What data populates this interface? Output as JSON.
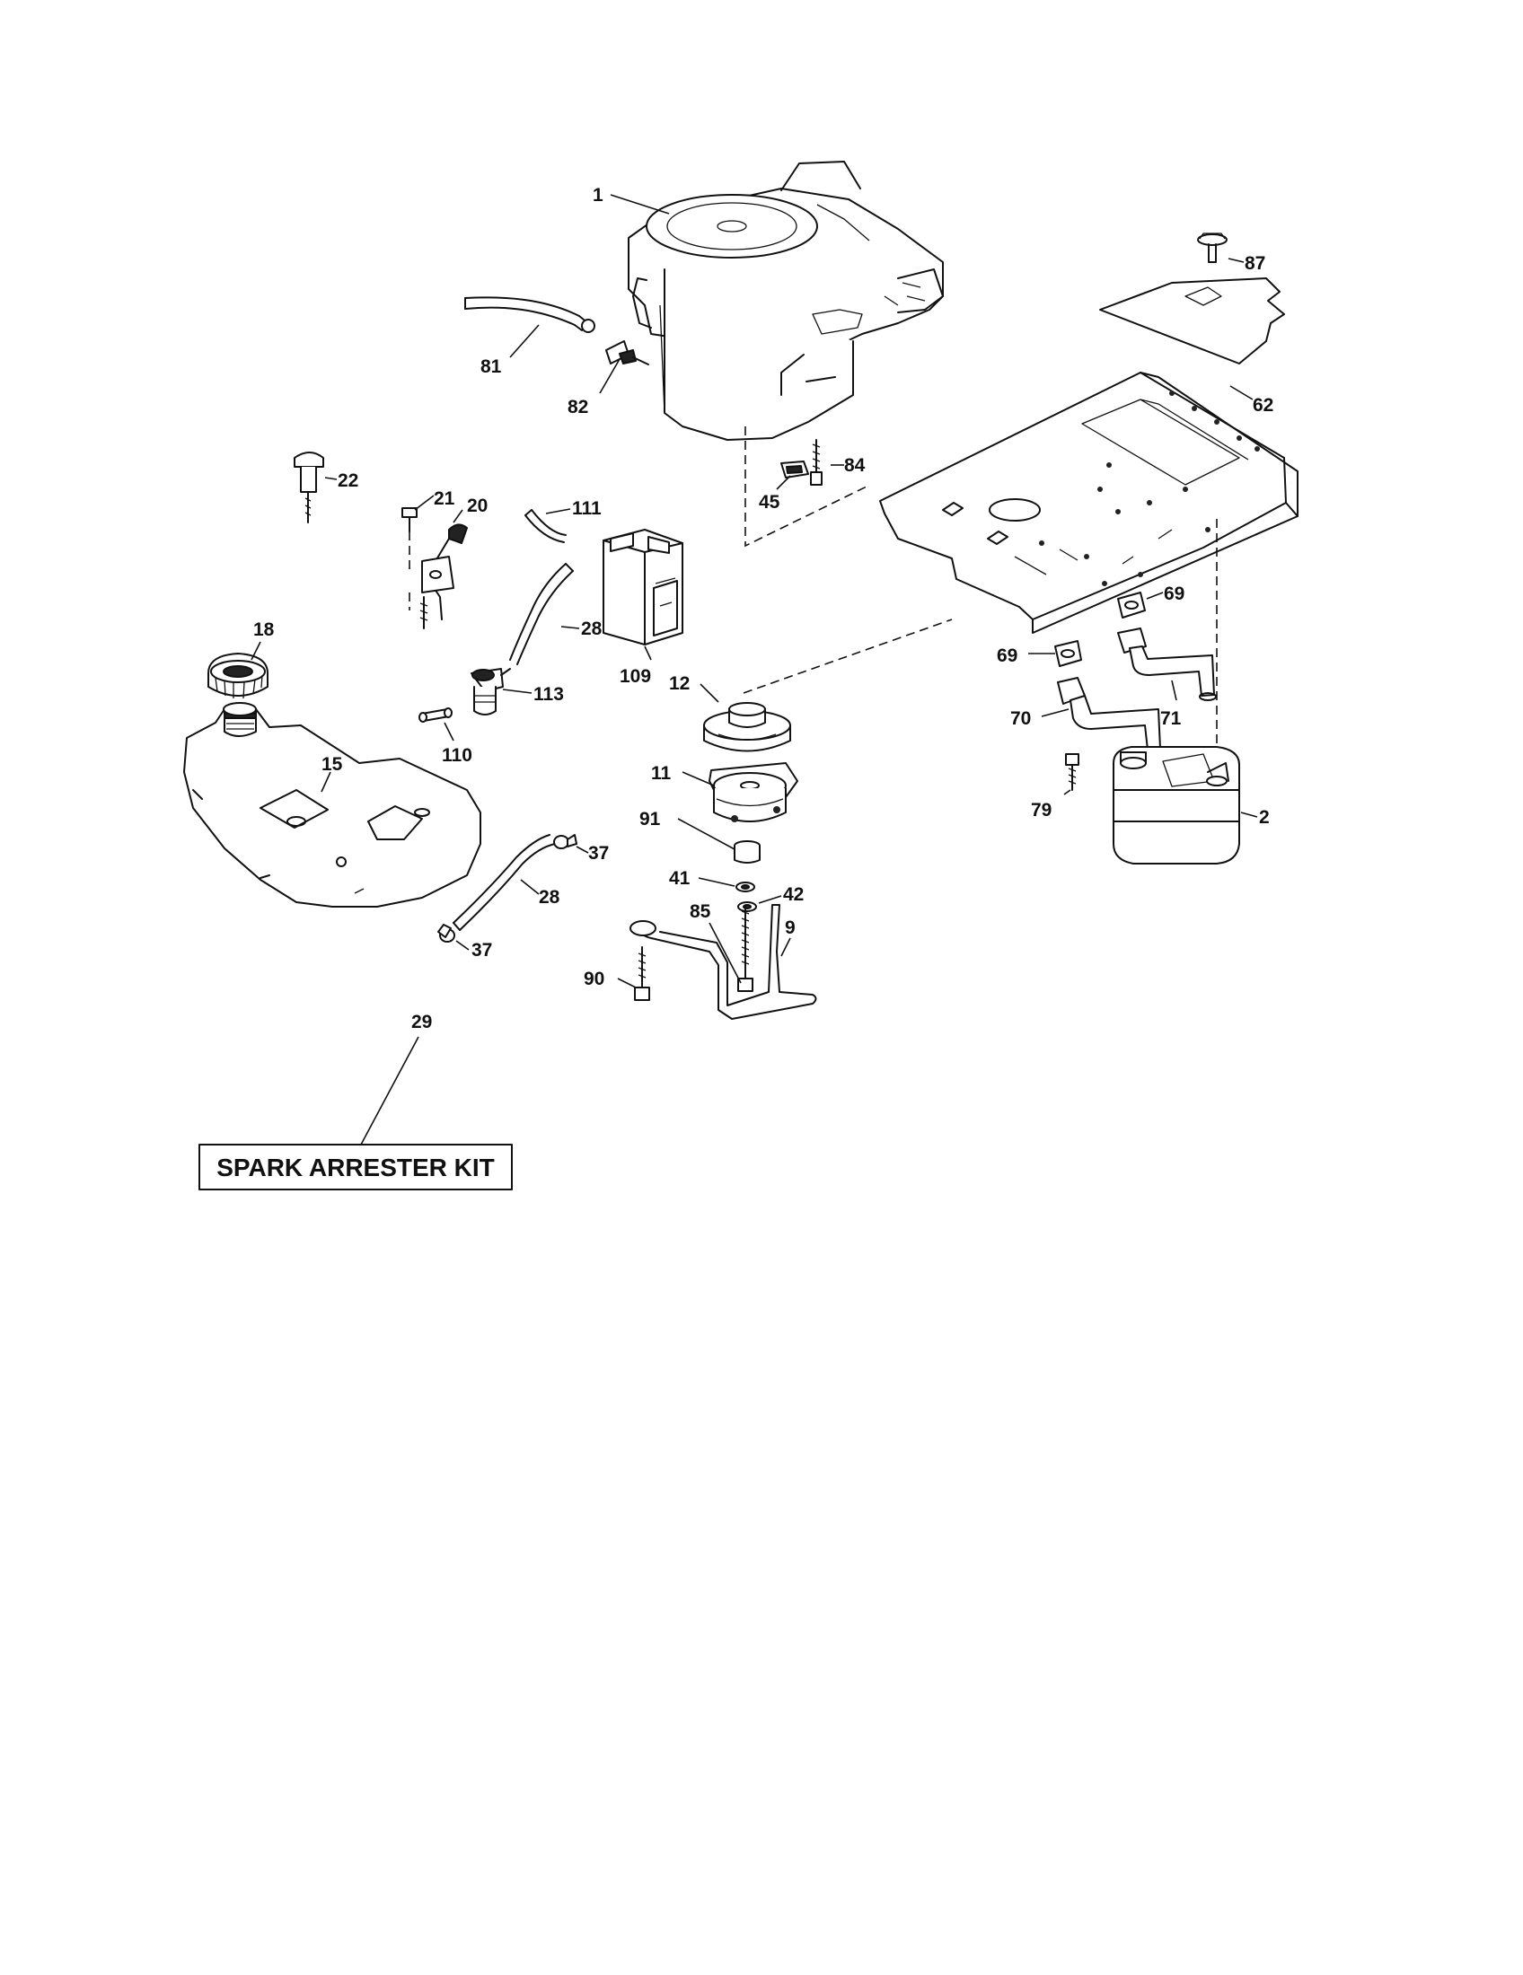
{
  "labels": {
    "p1": "1",
    "p2": "2",
    "p9": "9",
    "p11": "11",
    "p12": "12",
    "p15": "15",
    "p18": "18",
    "p20": "20",
    "p21": "21",
    "p22": "22",
    "p28a": "28",
    "p28b": "28",
    "p29": "29",
    "p37a": "37",
    "p37b": "37",
    "p41": "41",
    "p42": "42",
    "p45": "45",
    "p62": "62",
    "p69a": "69",
    "p69b": "69",
    "p70": "70",
    "p71": "71",
    "p79": "79",
    "p81": "81",
    "p82": "82",
    "p84": "84",
    "p85": "85",
    "p87": "87",
    "p90": "90",
    "p91": "91",
    "p109": "109",
    "p110": "110",
    "p111": "111",
    "p113": "113"
  },
  "kit_box": {
    "text": "SPARK ARRESTER KIT"
  }
}
